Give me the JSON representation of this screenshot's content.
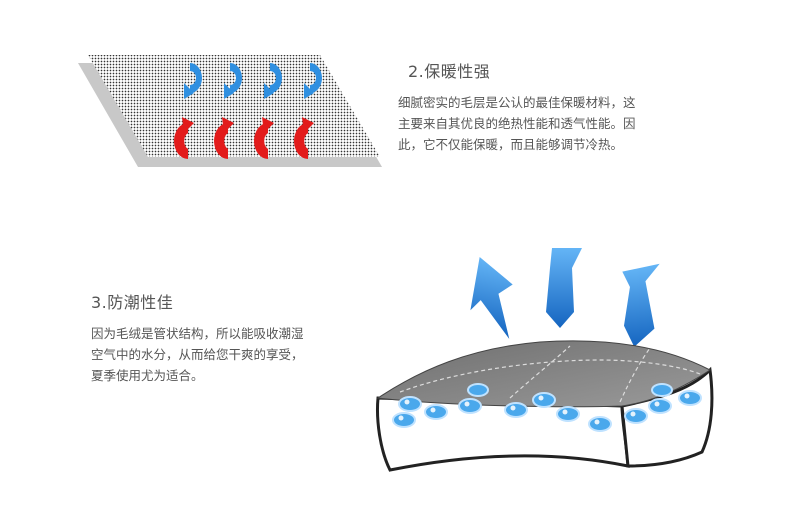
{
  "sections": {
    "warmth": {
      "title": "2.保暖性强",
      "lines": [
        "细腻密实的毛层是公认的最佳保暖材料，这",
        "主要来自其优良的绝热性能和透气性能。因",
        "此，它不仅能保暖，而且能够调节冷热。"
      ]
    },
    "moisture": {
      "title": "3.防潮性佳",
      "lines": [
        "因为毛绒是管状结构，所以能吸收潮湿",
        "空气中的水分，从而给您干爽的享受，",
        "夏季使用尤为适合。"
      ]
    }
  },
  "colors": {
    "text": "#555555",
    "cool_arrow": "#2f8fe0",
    "warm_arrow": "#e21b1b",
    "down_arrow": "#1e88e5",
    "fabric_top": "#7f7f7f",
    "droplet": "#4aa8ec"
  },
  "icons": {
    "cool_arrows": "blue-curved-arrow-icon",
    "warm_arrows": "red-curved-arrow-icon",
    "moisture_arrows": "blue-down-arrow-icon"
  }
}
